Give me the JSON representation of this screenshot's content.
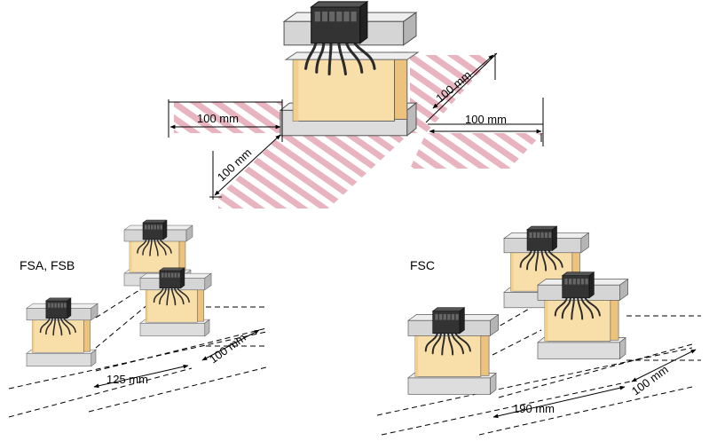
{
  "top_view": {
    "dim_left": "100 mm",
    "dim_front": "100 mm",
    "dim_back_right": "100 mm",
    "dim_right": "100 mm"
  },
  "fsa_fsb": {
    "label": "FSA, FSB",
    "dim_width": "125 mm",
    "dim_depth": "100 mm"
  },
  "fsc": {
    "label": "FSC",
    "dim_width": "190 mm",
    "dim_depth": "100 mm"
  },
  "colors": {
    "hatch": "#e8b4c0",
    "core": "#f8dea8",
    "core_side": "#ecc27c",
    "rail": "#d9d9d9",
    "terminal": "#333333"
  }
}
